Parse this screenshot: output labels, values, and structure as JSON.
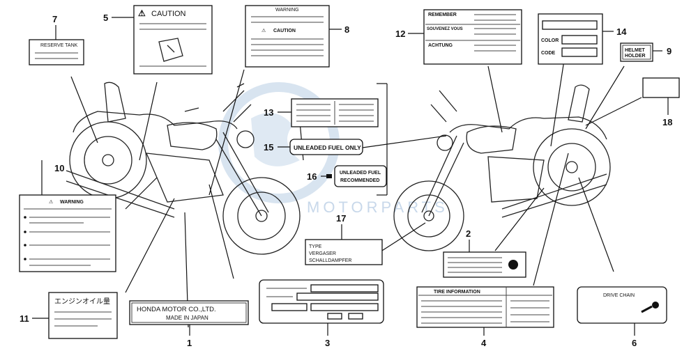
{
  "labels": {
    "l1": {
      "callout": "1",
      "line1": "HONDA MOTOR CO.,LTD.",
      "line2": "MADE IN JAPAN"
    },
    "l2": {
      "callout": "2"
    },
    "l3": {
      "callout": "3"
    },
    "l4": {
      "callout": "4",
      "title": "TIRE INFORMATION"
    },
    "l5": {
      "callout": "5",
      "title": "CAUTION"
    },
    "l6": {
      "callout": "6",
      "title": "DRIVE CHAIN"
    },
    "l7": {
      "callout": "7",
      "title": "RESERVE TANK"
    },
    "l8": {
      "callout": "8",
      "title1": "WARNING",
      "title2": "CAUTION"
    },
    "l9": {
      "callout": "9",
      "line1": "HELMET",
      "line2": "HOLDER"
    },
    "l10": {
      "callout": "10",
      "title": "WARNING"
    },
    "l11": {
      "callout": "11",
      "title": "エンジンオイル量"
    },
    "l12": {
      "callout": "12",
      "row1": "REMEMBER",
      "row2": "SOUVENEZ VOUS",
      "row3": "ACHTUNG"
    },
    "l13": {
      "callout": "13"
    },
    "l14": {
      "callout": "14",
      "row1": "COLOR",
      "row2": "CODE"
    },
    "l15": {
      "callout": "15",
      "text": "UNLEADED FUEL ONLY"
    },
    "l16": {
      "callout": "16",
      "line1": "UNLEADED FUEL",
      "line2": "RECOMMENDED"
    },
    "l17": {
      "callout": "17",
      "line1": "TYPE",
      "line2": "VERGASER",
      "line3": "SCHALLDAMPFER"
    },
    "l18": {
      "callout": "18"
    }
  },
  "watermark": {
    "brand": "MOTORPARTS"
  },
  "colors": {
    "ink": "#111111",
    "watermark": "#c8d8ea"
  }
}
